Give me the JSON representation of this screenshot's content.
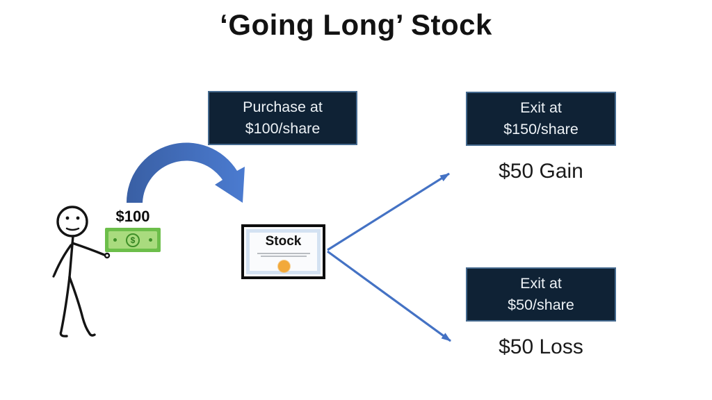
{
  "title": "‘Going Long’ Stock",
  "flow": {
    "purchase_box": {
      "line1": "Purchase at",
      "line2": "$100/share"
    },
    "exit_gain_box": {
      "line1": "Exit at",
      "line2": "$150/share"
    },
    "exit_loss_box": {
      "line1": "Exit at",
      "line2": "$50/share"
    },
    "gain_label": "$50 Gain",
    "loss_label": "$50 Loss"
  },
  "person": {
    "cash_label": "$100",
    "bill_symbol": "$"
  },
  "certificate": {
    "label": "Stock"
  },
  "colors": {
    "background": "#ffffff",
    "title_text": "#121212",
    "box_fill": "#0F2235",
    "box_border": "#44698E",
    "box_text": "#EDF2F6",
    "result_text": "#1a1a1a",
    "arrow_blue": "#4472C4",
    "curved_arrow_dark": "#395FA4",
    "curved_arrow_light": "#4B7BD0",
    "bill_green": "#6CBE4A",
    "bill_green_light": "#A9DB7E",
    "bill_green_dark": "#3E8F28",
    "cert_trim_blue": "#D4E2F2",
    "seal_orange": "#F2A93B",
    "figure_ink": "#141414"
  }
}
